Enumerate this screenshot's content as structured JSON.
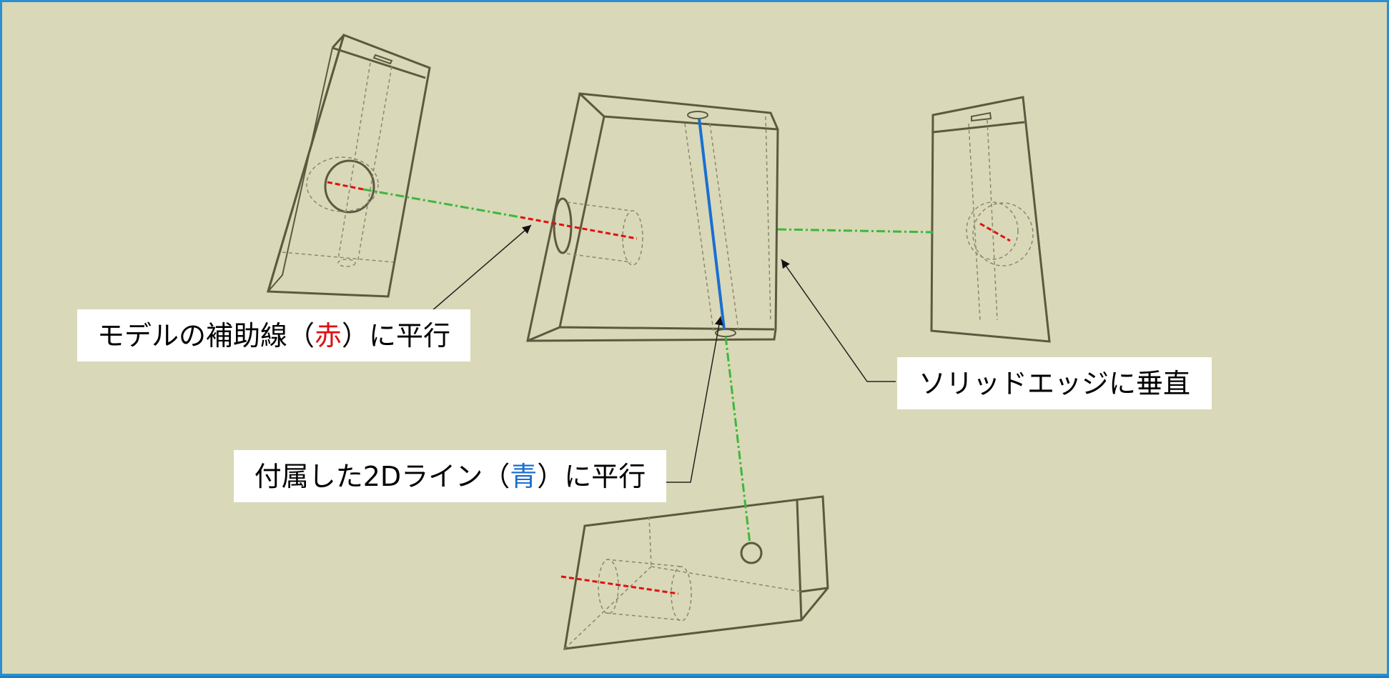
{
  "colors": {
    "background": "#d9d8b8",
    "border": "#2a90d0",
    "model_edge": "#5b5a40",
    "hidden_edge": "#8a8870",
    "aux_red": "#e01010",
    "attached_blue": "#1a6fd0",
    "projection_green": "#3cb83c",
    "leader": "#222222"
  },
  "callouts": {
    "parallel_model": {
      "prefix": "モデルの補助線（",
      "highlight": "赤",
      "suffix": "）に平行"
    },
    "perpendicular_edge": {
      "text": "ソリッドエッジに垂直"
    },
    "parallel_2d": {
      "prefix": "付属した2Dライン（",
      "highlight": "青",
      "suffix": "）に平行"
    }
  }
}
